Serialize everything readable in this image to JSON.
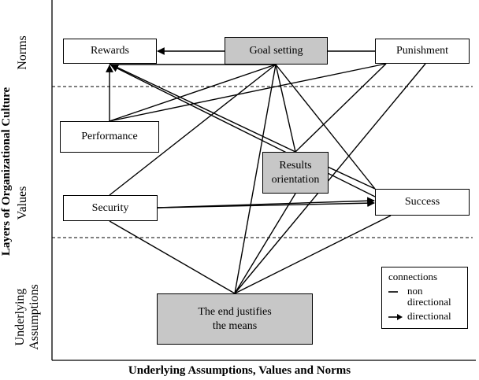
{
  "diagram": {
    "x_axis_title": "Underlying Assumptions, Values and Norms",
    "y_axis_title": "Layers of Organizational  Culture",
    "layers": {
      "norms": "Norms",
      "values": "Values",
      "assumptions": "Underlying\nAssumptions"
    },
    "nodes": {
      "rewards": "Rewards",
      "goal_setting": "Goal setting",
      "punishment": "Punishment",
      "performance": "Performance",
      "results_orientation": "Results\norientation",
      "security": "Security",
      "success": "Success",
      "end_justifies": "The end justifies\nthe means"
    },
    "legend": {
      "title": "connections",
      "non_directional": "non\ndirectional",
      "directional": "directional"
    },
    "edges": [
      {
        "from": "goal_setting",
        "to": "rewards",
        "directed": true
      },
      {
        "from": "punishment",
        "to": "goal_setting",
        "directed": false
      },
      {
        "from": "performance",
        "to": "rewards",
        "directed": true
      },
      {
        "from": "performance",
        "to": "goal_setting",
        "directed": false
      },
      {
        "from": "performance",
        "to": "punishment",
        "directed": false
      },
      {
        "from": "goal_setting",
        "to": "security",
        "directed": false
      },
      {
        "from": "goal_setting",
        "to": "results_orientation",
        "directed": false
      },
      {
        "from": "goal_setting",
        "to": "success",
        "directed": false
      },
      {
        "from": "goal_setting",
        "to": "end_justifies",
        "directed": false
      },
      {
        "from": "goal_setting",
        "to": "rewards",
        "directed": false,
        "via": "lower"
      },
      {
        "from": "success",
        "to": "rewards",
        "directed": true
      },
      {
        "from": "results_orientation",
        "to": "rewards",
        "directed": false
      },
      {
        "from": "results_orientation",
        "to": "punishment",
        "directed": false
      },
      {
        "from": "security",
        "to": "success",
        "directed": true
      },
      {
        "from": "results_orientation",
        "to": "success",
        "directed": false
      },
      {
        "from": "security",
        "to": "end_justifies",
        "directed": false
      },
      {
        "from": "results_orientation",
        "to": "end_justifies",
        "directed": false
      },
      {
        "from": "success",
        "to": "end_justifies",
        "directed": false
      },
      {
        "from": "punishment",
        "to": "end_justifies",
        "directed": false
      },
      {
        "from": "security",
        "to": "results_orientation",
        "directed": true
      }
    ]
  }
}
